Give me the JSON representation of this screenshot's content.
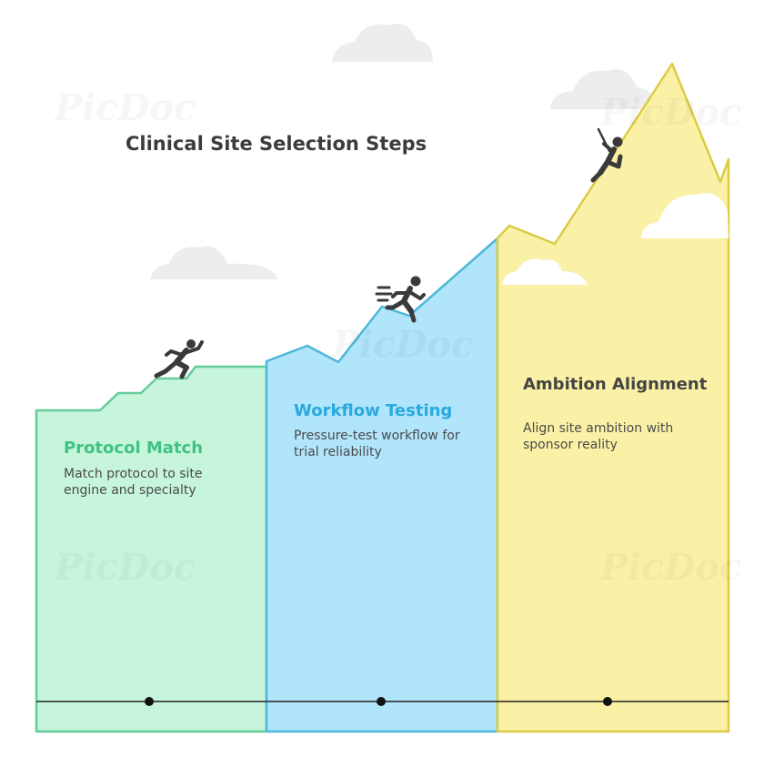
{
  "title": "Clinical Site Selection Steps",
  "watermark": "PicDoc",
  "colors": {
    "protocol_fill": "#c6f5dc",
    "protocol_stroke": "#66cc99",
    "workflow_fill": "#b0e5fb",
    "workflow_stroke": "#4db8d9",
    "ambition_fill": "#fbf1a6",
    "ambition_stroke": "#dccb45",
    "protocol_title": "#3fc382",
    "workflow_title": "#29a9dd",
    "ambition_title": "#444444",
    "cloud": "#ececec",
    "figure": "#3a3a3a"
  },
  "steps": [
    {
      "title": "Protocol Match",
      "description": "Match protocol to site engine and specialty",
      "icon": "running-person-icon"
    },
    {
      "title": "Workflow Testing",
      "description": "Pressure-test workflow for trial reliability",
      "icon": "sprinting-person-icon"
    },
    {
      "title": "Ambition Alignment",
      "description": "Align site ambition with sponsor reality",
      "icon": "climbing-person-icon"
    }
  ]
}
